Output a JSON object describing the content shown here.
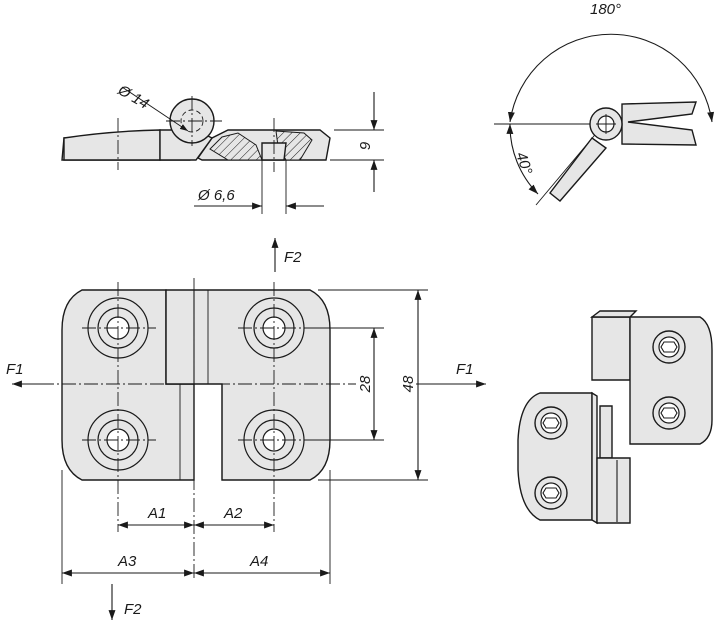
{
  "dimensions": {
    "hole_diameter_top": "Ø 14",
    "hole_diameter_bottom": "Ø 6,6",
    "thickness": "9",
    "hole_spacing": "28",
    "height": "48",
    "a1": "A1",
    "a2": "A2",
    "a3": "A3",
    "a4": "A4"
  },
  "forces": {
    "f1_left": "F1",
    "f1_right": "F1",
    "f2_top": "F2",
    "f2_bottom": "F2"
  },
  "angles": {
    "open": "180°",
    "closed": "40°"
  }
}
